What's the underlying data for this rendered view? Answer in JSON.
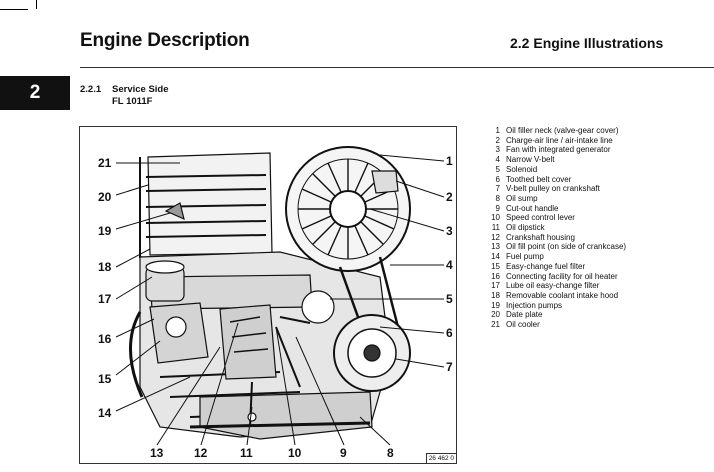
{
  "header": {
    "title": "Engine Description",
    "section": "2.2 Engine Illustrations"
  },
  "chapter_tab": "2",
  "subsection": {
    "number": "2.2.1",
    "title": "Service Side",
    "model": "FL 1011F"
  },
  "figure": {
    "code": "26 462 0",
    "callouts": [
      "1",
      "2",
      "3",
      "4",
      "5",
      "6",
      "7",
      "8",
      "9",
      "10",
      "11",
      "12",
      "13",
      "14",
      "15",
      "16",
      "17",
      "18",
      "19",
      "20",
      "21"
    ]
  },
  "legend": [
    {
      "n": "1",
      "text": "Oil filler neck (valve-gear cover)"
    },
    {
      "n": "2",
      "text": "Charge-air line / air-intake line"
    },
    {
      "n": "3",
      "text": "Fan with integrated generator"
    },
    {
      "n": "4",
      "text": "Narrow V-belt"
    },
    {
      "n": "5",
      "text": "Solenoid"
    },
    {
      "n": "6",
      "text": "Toothed belt cover"
    },
    {
      "n": "7",
      "text": "V-belt pulley on crankshaft"
    },
    {
      "n": "8",
      "text": "Oil sump"
    },
    {
      "n": "9",
      "text": "Cut-out handle"
    },
    {
      "n": "10",
      "text": "Speed control lever"
    },
    {
      "n": "11",
      "text": "Oil dipstick"
    },
    {
      "n": "12",
      "text": "Crankshaft housing"
    },
    {
      "n": "13",
      "text": "Oil fill point (on side of crankcase)"
    },
    {
      "n": "14",
      "text": "Fuel pump"
    },
    {
      "n": "15",
      "text": "Easy-change fuel filter"
    },
    {
      "n": "16",
      "text": "Connecting facility for oil heater"
    },
    {
      "n": "17",
      "text": "Lube oil easy-change filter"
    },
    {
      "n": "18",
      "text": "Removable coolant intake hood"
    },
    {
      "n": "19",
      "text": "Injection pumps"
    },
    {
      "n": "20",
      "text": "Date plate"
    },
    {
      "n": "21",
      "text": "Oil cooler"
    }
  ]
}
